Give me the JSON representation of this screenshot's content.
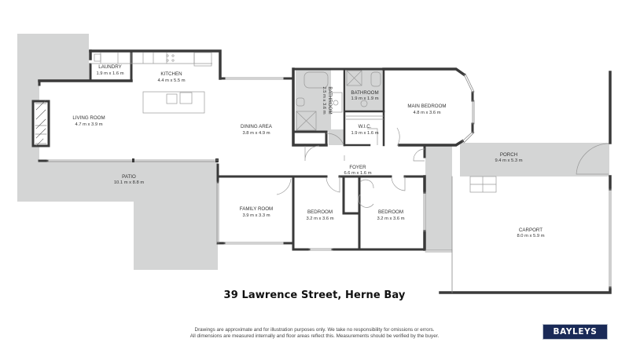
{
  "property": {
    "address": "39 Lawrence Street, Herne Bay",
    "disclaimer_line1": "Drawings are approximate and for illustration purposes only. We take no responsibility for omissions or errors.",
    "disclaimer_line2": "All dimensions are measured internally and floor areas reflect this. Measurements should be verified by the buyer."
  },
  "brand": {
    "logo_text": "BAYLEYS",
    "logo_bg": "#1a2a57"
  },
  "colors": {
    "wall": "#3a3a3a",
    "outdoor_fill": "#d4d5d5",
    "wet_area_fill": "#d4d5d5",
    "room_fill": "#ffffff"
  },
  "rooms": {
    "laundry": {
      "name": "LAUNDRY",
      "dims": "1.9 m x 1.6 m"
    },
    "kitchen": {
      "name": "KITCHEN",
      "dims": "4.4 m x 5.5 m"
    },
    "living_room": {
      "name": "LIVING ROOM",
      "dims": "4.7 m x 3.9 m"
    },
    "dining_area": {
      "name": "DINING AREA",
      "dims": "3.8 m x 4.9 m"
    },
    "bathroom_main": {
      "name": "BATHROOM",
      "dims": "2.5 m x 3.6 m"
    },
    "bathroom_ensuite": {
      "name": "BATHROOM",
      "dims": "1.9 m x 1.9 m"
    },
    "wic": {
      "name": "W.I.C.",
      "dims": "1.9 m x 1.6 m"
    },
    "main_bedroom": {
      "name": "MAIN BEDROOM",
      "dims": "4.8 m x 3.6 m"
    },
    "foyer": {
      "name": "FOYER",
      "dims": "6.6 m x 1.6 m"
    },
    "porch": {
      "name": "PORCH",
      "dims": "9.4 m x 5.3 m"
    },
    "patio": {
      "name": "PATIO",
      "dims": "10.1 m x 8.8 m"
    },
    "family_room": {
      "name": "FAMILY ROOM",
      "dims": "3.9 m x 3.3 m"
    },
    "bedroom_2": {
      "name": "BEDROOM",
      "dims": "3.2 m x 3.6 m"
    },
    "bedroom_3": {
      "name": "BEDROOM",
      "dims": "3.2 m x 3.6 m"
    },
    "carport": {
      "name": "CARPORT",
      "dims": "8.0 m x 5.9 m"
    }
  }
}
